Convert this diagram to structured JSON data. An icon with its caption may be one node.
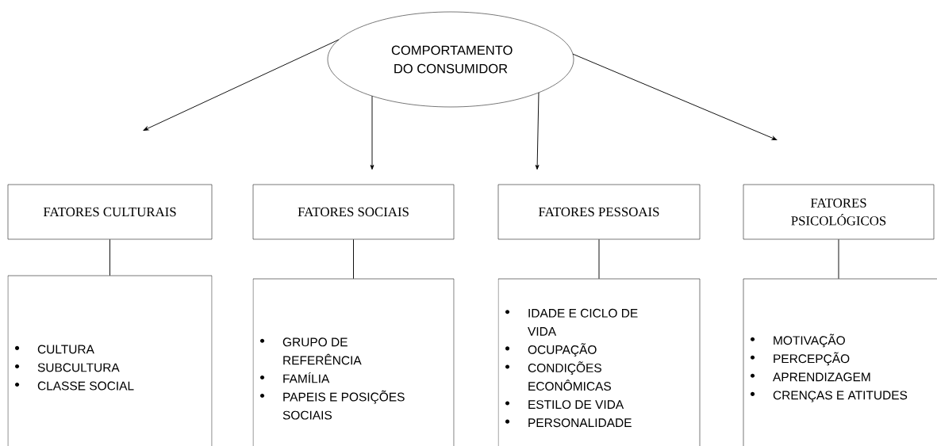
{
  "diagram": {
    "nodes": [
      {
        "text": [
          "COMPORTAMENTO DO CONSUMIDOR"
        ]
      },
      {
        "text": [
          "FATORES CULTURAIS"
        ]
      },
      {
        "text": [
          "FATORES SOCIAIS"
        ]
      },
      {
        "text": [
          "FATORES PESSOAIS"
        ]
      },
      {
        "text": [
          "FATORES PSICOLÓGICOS"
        ]
      },
      {
        "text": [
          "CULTURA",
          "SUBCULTURA",
          "CLASSE SOCIAL"
        ]
      },
      {
        "text": [
          "GRUPO DE REFERÊNCIA",
          "FAMÍLIA",
          "PAPEIS E POSIÇÕES SOCIAIS"
        ]
      },
      {
        "text": [
          "IDADE E CICLO DE VIDA",
          "OCUPAÇÃO",
          "CONDIÇÕES ECONÔMICAS",
          "ESTILO DE VIDA",
          "PERSONALIDADE"
        ]
      },
      {
        "text": [
          "MOTIVAÇÃO",
          "PERCEPÇÃO",
          "APRENDIZAGEM",
          "CRENÇAS E ATITUDES"
        ]
      }
    ],
    "edges": [
      {
        "from": 0,
        "to": null,
        "arrow": "to"
      },
      {
        "from": 0,
        "to": null,
        "arrow": "to"
      },
      {
        "from": 0,
        "to": null,
        "arrow": "to"
      },
      {
        "from": 0,
        "to": null,
        "arrow": "to"
      },
      {
        "from": 1,
        "to": 5,
        "arrow": "none"
      },
      {
        "from": 2,
        "to": 6,
        "arrow": "none"
      },
      {
        "from": 3,
        "to": 7,
        "arrow": "none"
      },
      {
        "from": 4,
        "to": 8,
        "arrow": "none"
      }
    ]
  }
}
